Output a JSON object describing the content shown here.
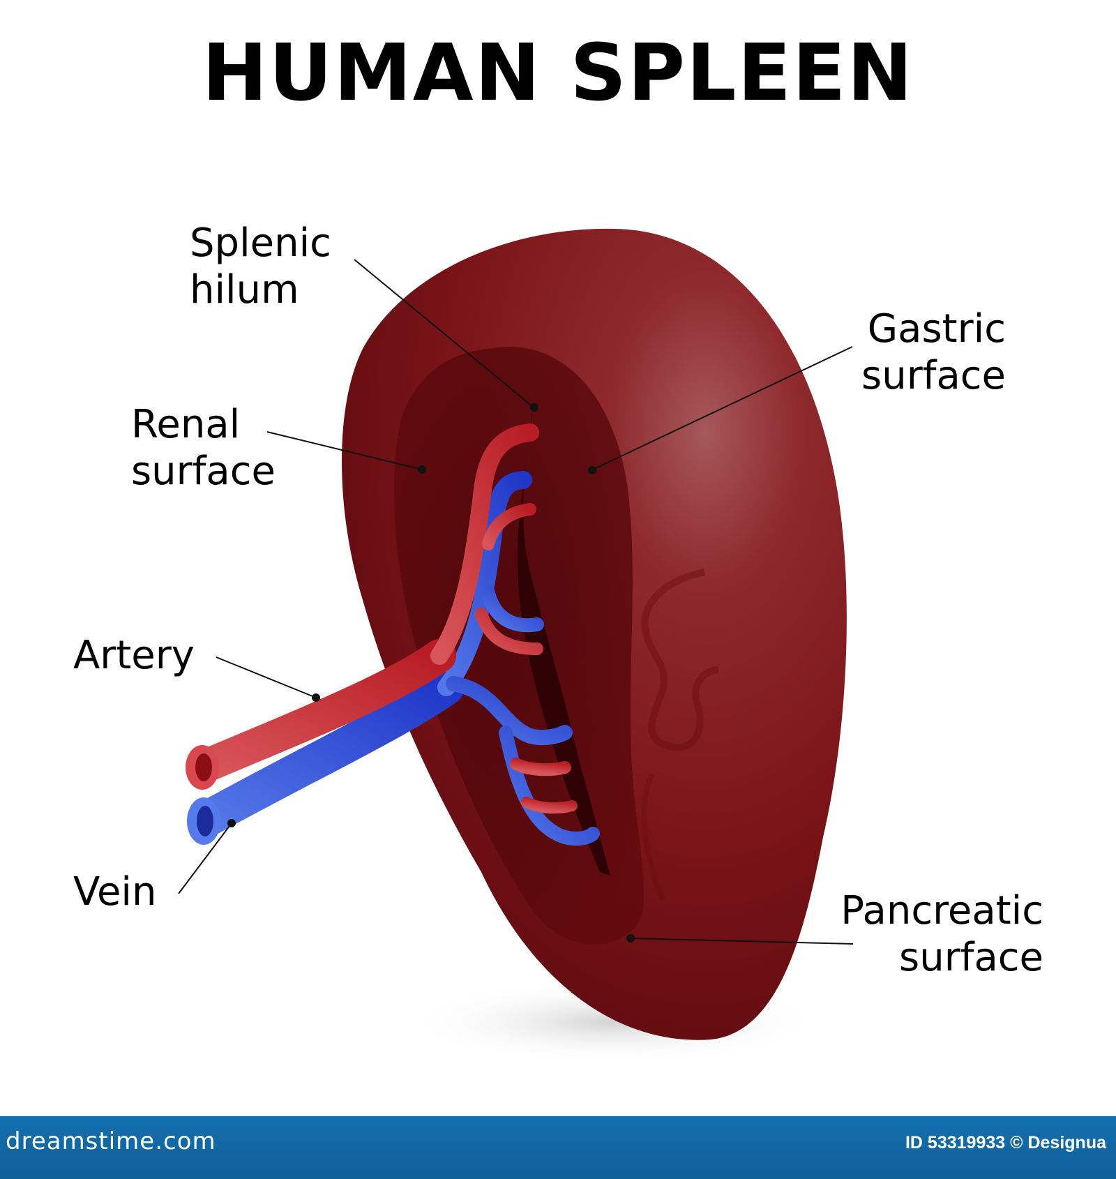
{
  "title": "HUMAN SPLEEN",
  "labels": {
    "splenic_hilum": [
      "Splenic",
      "hilum"
    ],
    "gastric_surface": [
      "Gastric",
      "surface"
    ],
    "renal_surface": [
      "Renal",
      "surface"
    ],
    "artery": [
      "Artery"
    ],
    "vein": [
      "Vein"
    ],
    "pancreatic_surface": [
      "Pancreatic",
      "surface"
    ]
  },
  "footer": {
    "brand": "dreamstime.com",
    "image_id": "ID 53319933 © Designua"
  },
  "colors": {
    "spleen": "#7c1419",
    "spleen_dark": "#4f0609",
    "artery": "#c7262d",
    "vein": "#2a44d6",
    "footer": "#1168a6"
  }
}
